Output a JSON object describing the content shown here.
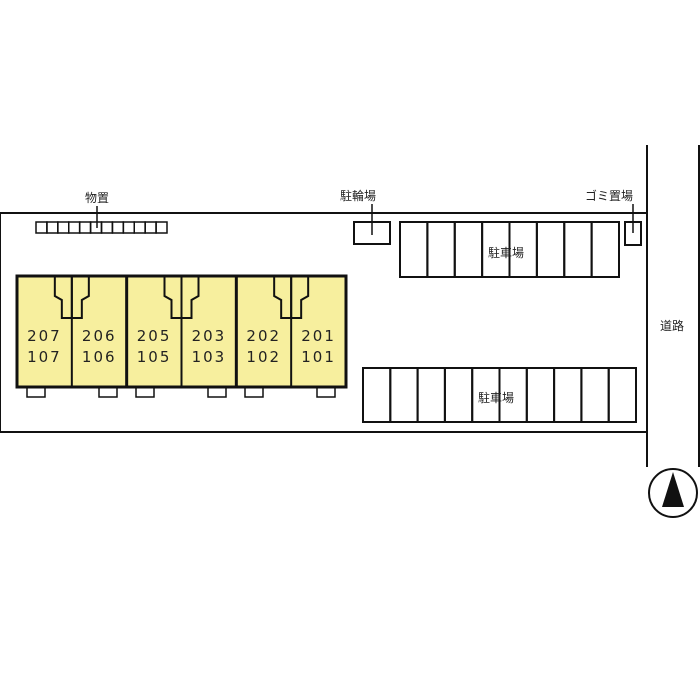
{
  "labels": {
    "storage": "物置",
    "bicycle_parking": "駐輪場",
    "garbage": "ゴミ置場",
    "parking_upper": "駐車場",
    "parking_lower": "駐車場",
    "road": "道路"
  },
  "units": [
    {
      "upper": "207",
      "lower": "107"
    },
    {
      "upper": "206",
      "lower": "106"
    },
    {
      "upper": "205",
      "lower": "105"
    },
    {
      "upper": "203",
      "lower": "103"
    },
    {
      "upper": "202",
      "lower": "102"
    },
    {
      "upper": "201",
      "lower": "101"
    }
  ],
  "parking": {
    "upper_stalls": 8,
    "lower_stalls": 10
  },
  "storage_cells": 12,
  "colors": {
    "building": "#f7ef9e",
    "line": "#111111"
  },
  "compass": "north-arrow-icon"
}
